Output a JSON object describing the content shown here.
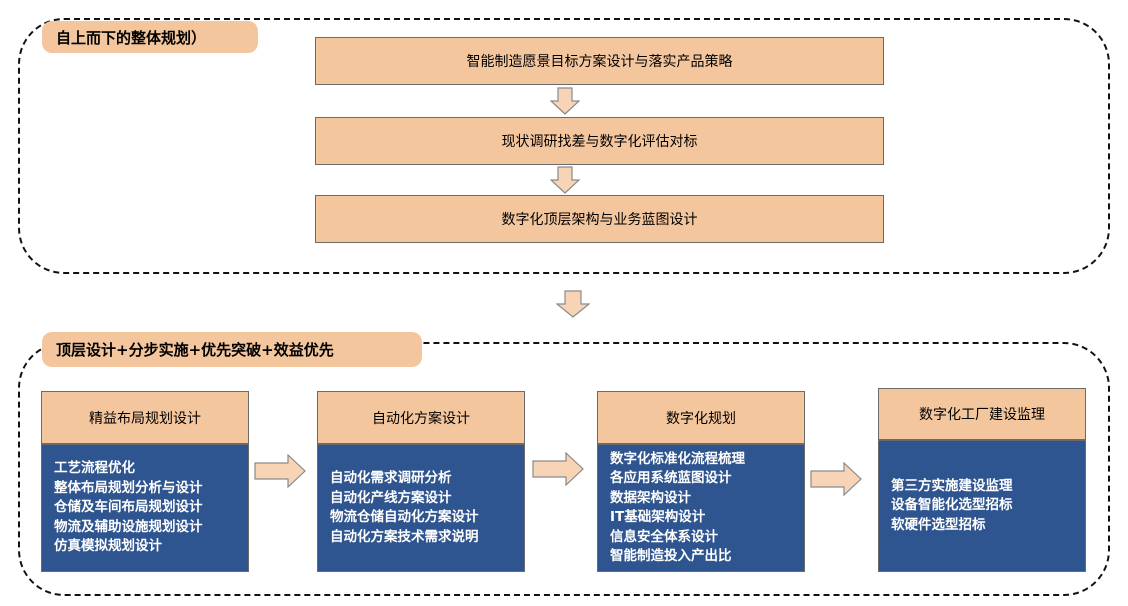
{
  "top_section": {
    "tag": "自上而下的整体规划）",
    "steps": [
      "智能制造愿景目标方案设计与落实产品策略",
      "现状调研找差与数字化评估对标",
      "数字化顶层架构与业务蓝图设计"
    ]
  },
  "bottom_section": {
    "tag": "顶层设计+分步实施+优先突破+效益优先",
    "cards": [
      {
        "title": "精益布局规划设计",
        "items": [
          "工艺流程优化",
          "整体布局规划分析与设计",
          "仓储及车间布局规划设计",
          "物流及辅助设施规划设计",
          "仿真模拟规划设计"
        ]
      },
      {
        "title": "自动化方案设计",
        "items": [
          "自动化需求调研分析",
          "自动化产线方案设计",
          "物流仓储自动化方案设计",
          "自动化方案技术需求说明"
        ]
      },
      {
        "title": "数字化规划",
        "items": [
          "数字化标准化流程梳理",
          "各应用系统蓝图设计",
          "数据架构设计",
          "IT基础架构设计",
          "信息安全体系设计",
          "智能制造投入产出比"
        ]
      },
      {
        "title": "数字化工厂建设监理",
        "items": [
          "第三方实施建设监理",
          "设备智能化选型招标",
          "软硬件选型招标"
        ]
      }
    ]
  },
  "colors": {
    "box_fill": "#f4c69e",
    "card_body_fill": "#2f5590",
    "arrow_fill": "#f7d4b6",
    "arrow_stroke": "#8a8a8a"
  },
  "icons": {
    "connector": "block-arrow"
  }
}
